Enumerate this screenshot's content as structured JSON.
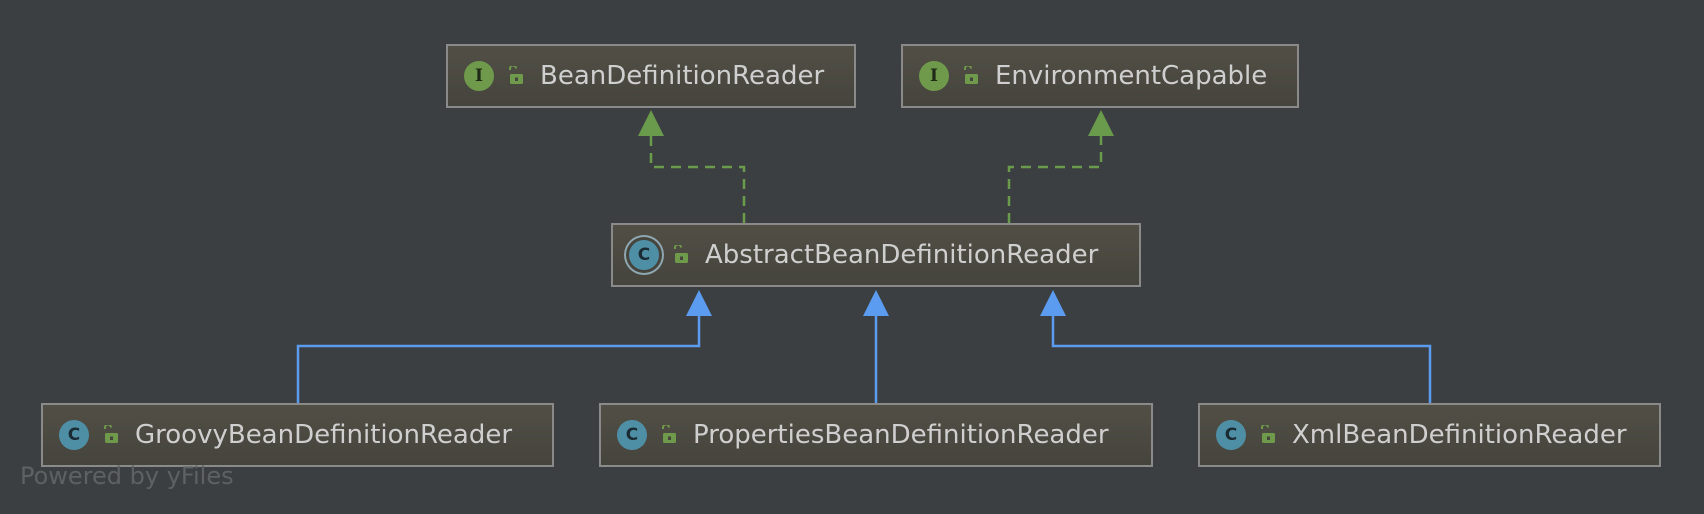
{
  "diagram": {
    "nodes": {
      "bean_definition_reader": {
        "kind": "interface",
        "badge": "I",
        "label": "BeanDefinitionReader"
      },
      "environment_capable": {
        "kind": "interface",
        "badge": "I",
        "label": "EnvironmentCapable"
      },
      "abstract_bean_definition_reader": {
        "kind": "abstract",
        "badge": "C",
        "label": "AbstractBeanDefinitionReader"
      },
      "groovy_bean_definition_reader": {
        "kind": "class",
        "badge": "C",
        "label": "GroovyBeanDefinitionReader"
      },
      "properties_bean_definition_reader": {
        "kind": "class",
        "badge": "C",
        "label": "PropertiesBeanDefinitionReader"
      },
      "xml_bean_definition_reader": {
        "kind": "class",
        "badge": "C",
        "label": "XmlBeanDefinitionReader"
      }
    },
    "edges": [
      {
        "from": "abstract_bean_definition_reader",
        "to": "bean_definition_reader",
        "type": "implements"
      },
      {
        "from": "abstract_bean_definition_reader",
        "to": "environment_capable",
        "type": "implements"
      },
      {
        "from": "groovy_bean_definition_reader",
        "to": "abstract_bean_definition_reader",
        "type": "extends"
      },
      {
        "from": "properties_bean_definition_reader",
        "to": "abstract_bean_definition_reader",
        "type": "extends"
      },
      {
        "from": "xml_bean_definition_reader",
        "to": "abstract_bean_definition_reader",
        "type": "extends"
      }
    ],
    "colors": {
      "background": "#3c3f41",
      "implements_edge": "#6a9a4c",
      "extends_edge": "#5b9bf0",
      "node_border": "#8a8a8a",
      "node_text": "#cfcfcf",
      "interface_badge": "#6f9a4b",
      "class_badge": "#4f8fa6",
      "lock_icon": "#6f9a4b"
    }
  },
  "watermark": "Powered by yFiles"
}
